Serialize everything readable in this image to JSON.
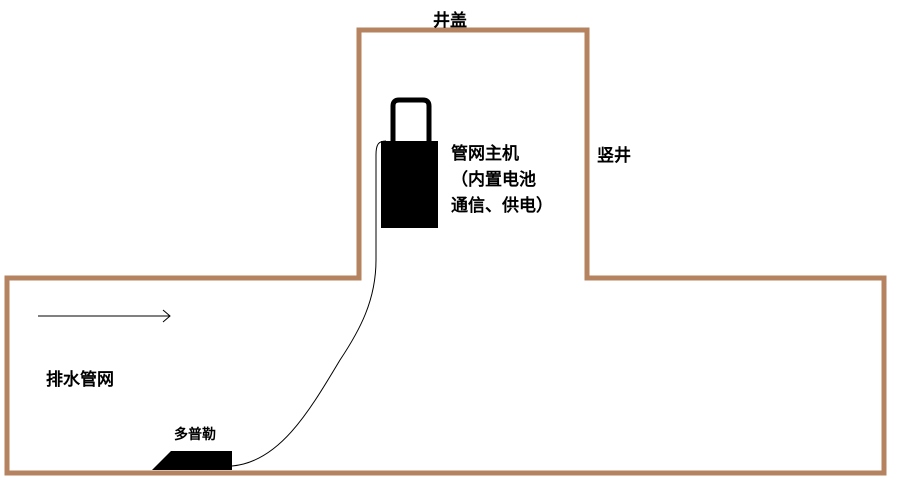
{
  "colors": {
    "pipe_wall": "#b5835f",
    "device": "#000000",
    "background": "#ffffff"
  },
  "labels": {
    "manhole_cover": "井盖",
    "vertical_shaft": "竖井",
    "host_line1": "管网主机",
    "host_line2": "（内置电池",
    "host_line3": "通信、供电）",
    "drainage_network": "排水管网",
    "doppler": "多普勒"
  },
  "icons": {
    "flow_arrow": "arrow-right",
    "host_device": "host-unit-with-handle",
    "doppler_sensor": "doppler-sensor-wedge",
    "cable": "signal-cable"
  }
}
